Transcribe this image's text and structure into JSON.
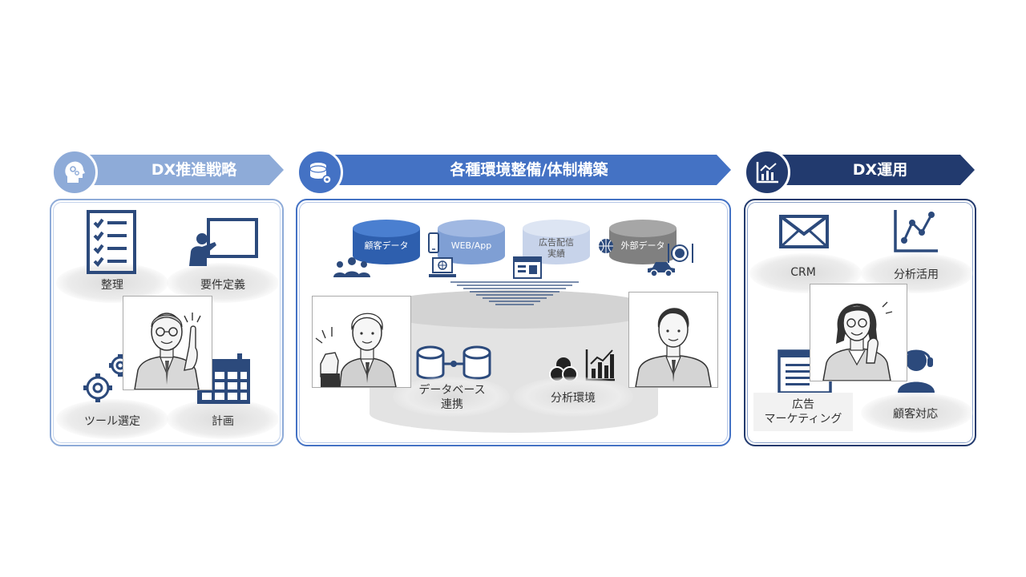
{
  "colors": {
    "light_blue": "#8eabd8",
    "mid_blue": "#4472c4",
    "dark_navy": "#223a6e",
    "icon_navy": "#2c4a7c"
  },
  "sections": {
    "strategy": {
      "title": "DX推進戦略",
      "icon": "head-gears-icon"
    },
    "environment": {
      "title": "各種環境整備/体制構築",
      "icon": "database-gear-icon"
    },
    "operation": {
      "title": "DX運用",
      "icon": "chart-icon"
    }
  },
  "strategy_items": [
    {
      "label": "整理",
      "icon": "checklist-icon"
    },
    {
      "label": "要件定義",
      "icon": "presentation-icon"
    },
    {
      "label": "ツール選定",
      "icon": "gears-icon"
    },
    {
      "label": "計画",
      "icon": "calendar-icon"
    }
  ],
  "data_sources": [
    {
      "label": "顧客データ"
    },
    {
      "label": "WEB/App"
    },
    {
      "label": "広告配信\n実績"
    },
    {
      "label": "外部データ"
    }
  ],
  "platform": {
    "database_link": "データベース\n連携",
    "analysis_env": "分析環境"
  },
  "operation_items": [
    {
      "label": "CRM",
      "icon": "mail-icon"
    },
    {
      "label": "分析活用",
      "icon": "line-chart-icon"
    },
    {
      "label": "広告\nマーケティング",
      "icon": "document-icon"
    },
    {
      "label": "顧客対応",
      "icon": "headset-icon"
    }
  ]
}
